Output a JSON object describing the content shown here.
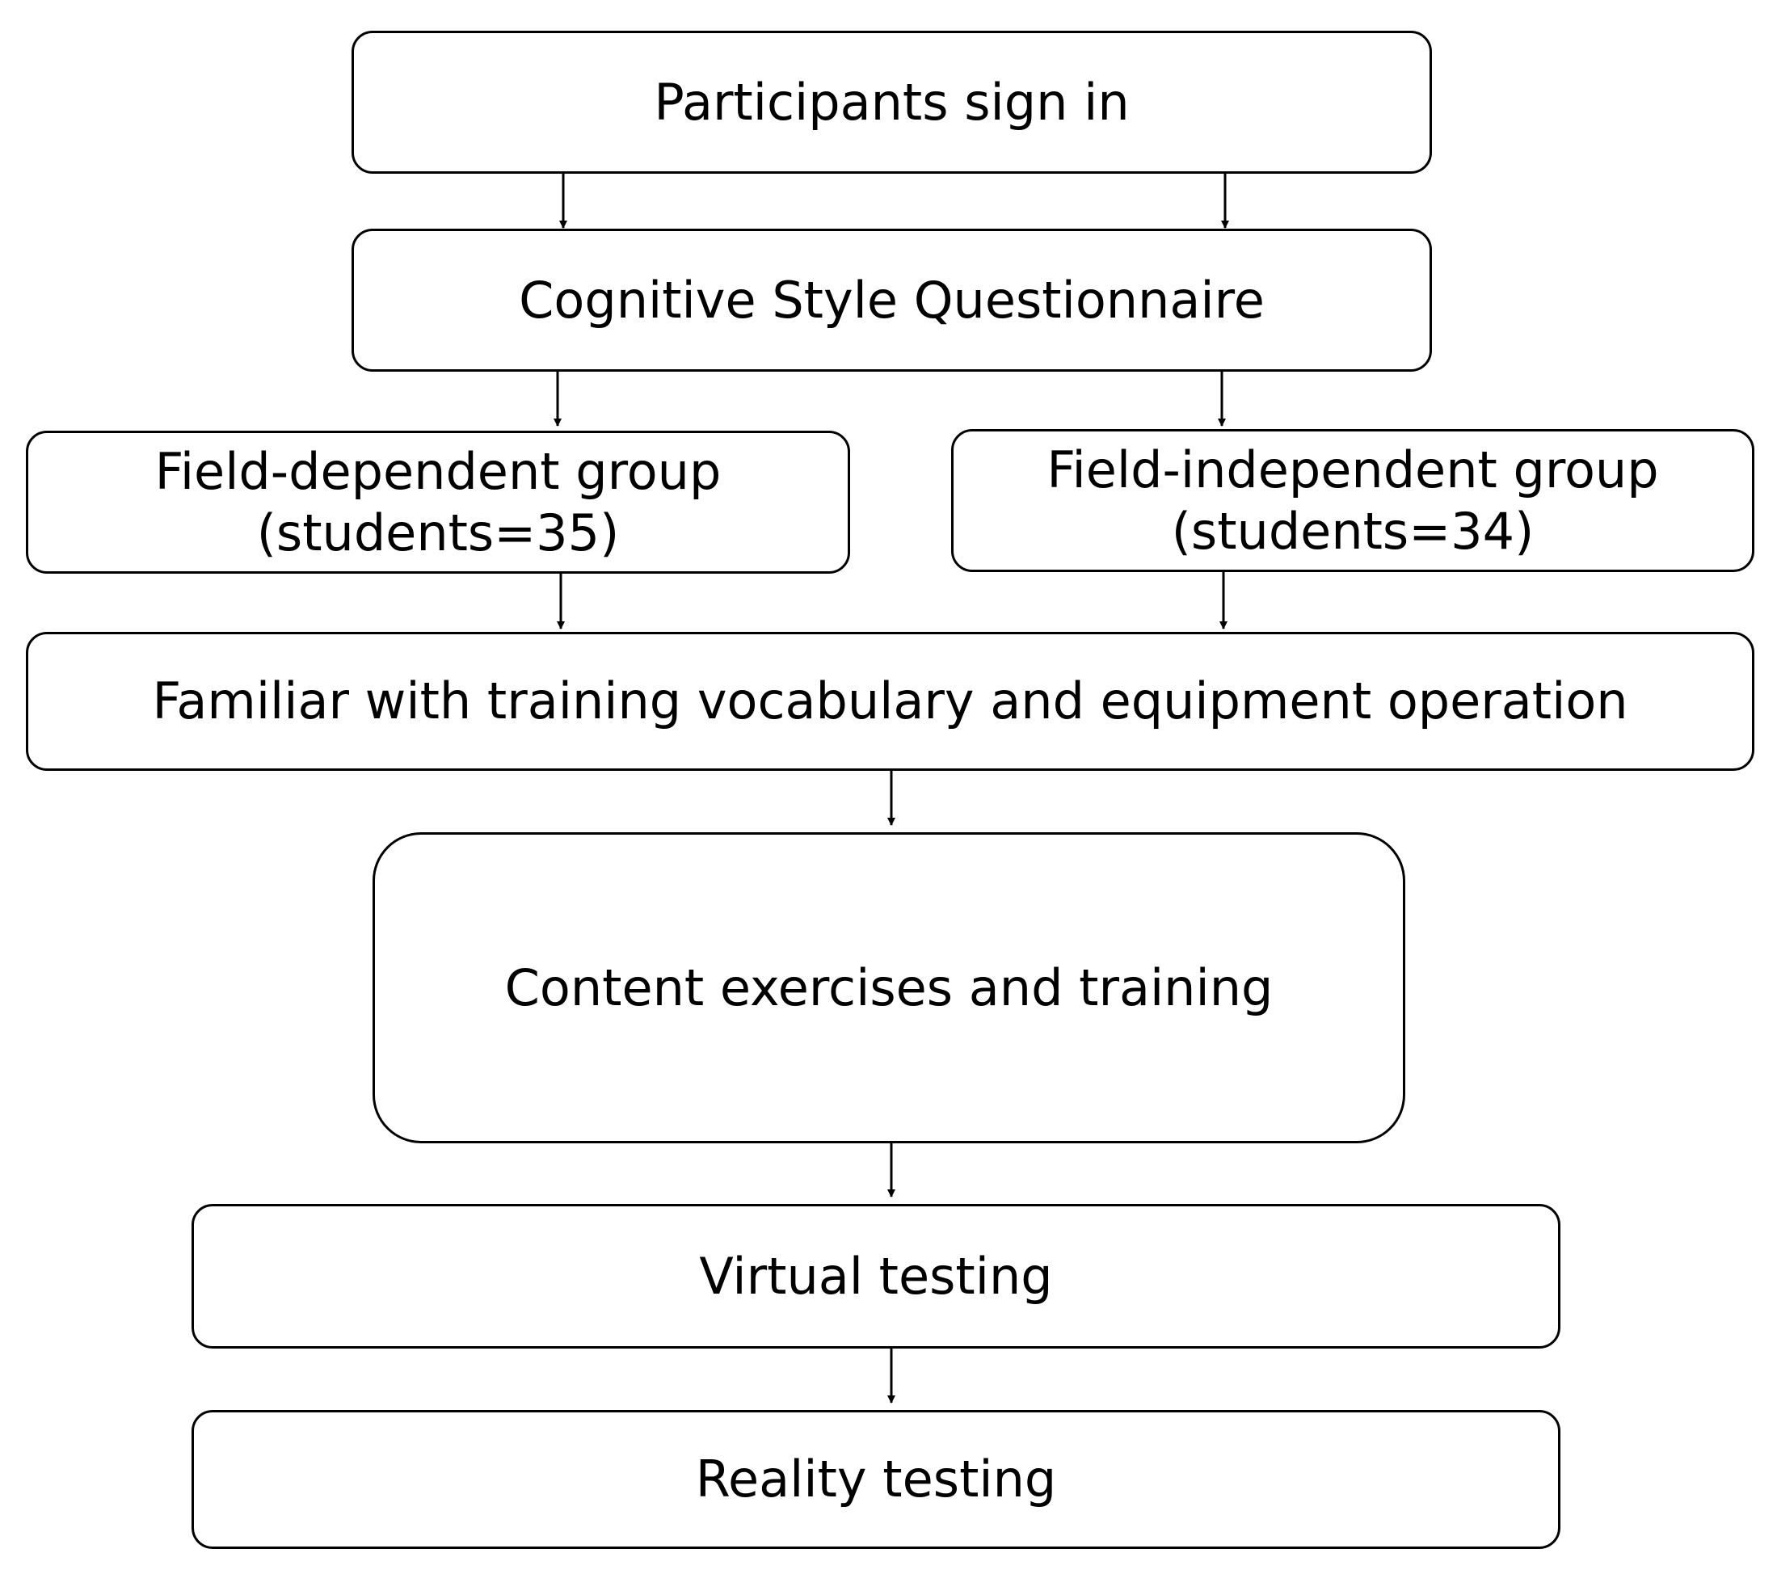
{
  "steps": {
    "sign_in": "Participants sign in",
    "questionnaire": "Cognitive Style Questionnaire",
    "field_dependent": {
      "line1": "Field-dependent group",
      "line2": "(students=35)"
    },
    "field_independent": {
      "line1": "Field-independent group",
      "line2": "(students=34)"
    },
    "familiarization": "Familiar with training vocabulary and equipment operation",
    "content_training": "Content exercises and training",
    "virtual_testing": "Virtual testing",
    "reality_testing": "Reality testing"
  },
  "colors": {
    "stroke": "#000000",
    "fill": "#ffffff"
  }
}
